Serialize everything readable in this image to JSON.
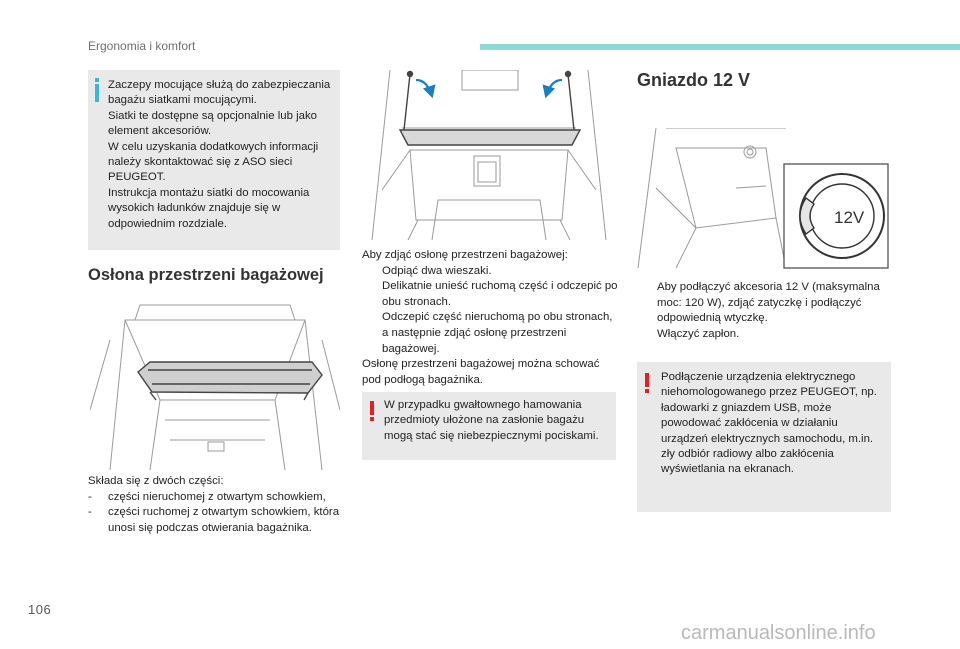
{
  "header": {
    "section": "Ergonomia i komfort"
  },
  "page_number": "106",
  "watermark": "carmanualsonline.info",
  "info_note": {
    "text": "Zaczepy mocujące służą do zabezpieczania bagażu siatkami mocującymi.\nSiatki te dostępne są opcjonalnie lub jako element akcesoriów.\nW celu uzyskania dodatkowych informacji należy skontaktować się z ASO sieci PEUGEOT.\nInstrukcja montażu siatki do mocowania wysokich ładunków znajduje się w odpowiednim rozdziale."
  },
  "cover_section": {
    "title": "Osłona przestrzeni bagażowej",
    "intro": "Składa się z dwóch części:",
    "parts": [
      "części nieruchomej z otwartym schowkiem,",
      "części ruchomej z otwartym schowkiem, która unosi się podczas otwierania bagażnika."
    ]
  },
  "removal": {
    "intro": "Aby zdjąć osłonę przestrzeni bagażowej:",
    "steps": [
      "Odpiąć dwa wieszaki.",
      "Delikatnie unieść ruchomą część i odczepić po obu stronach.",
      "Odczepić część nieruchomą po obu stronach, a następnie zdjąć osłonę przestrzeni bagażowej."
    ],
    "outro": "Osłonę przestrzeni bagażowej można schować pod podłogą bagażnika.",
    "warning": "W przypadku gwałtownego hamowania przedmioty ułożone na zasłonie bagażu mogą stać się niebezpiecznymi pociskami."
  },
  "socket_section": {
    "title": "Gniazdo 12 V",
    "socket_label": "12V",
    "steps": [
      "Aby podłączyć akcesoria 12 V (maksymalna moc: 120 W), zdjąć zatyczkę i podłączyć odpowiednią wtyczkę.",
      "Włączyć zapłon."
    ],
    "warning": "Podłączenie urządzenia elektrycznego niehomologowanego przez PEUGEOT, np. ładowarki z gniazdem USB, może powodować zakłócenia w działaniu urządzeń elektrycznych samochodu, m.in. zły odbiór radiowy albo zakłócenia wyświetlania na ekranach."
  },
  "glyphs": {
    "bullet": "",
    "dash": "-"
  },
  "colors": {
    "accent": "#8fd8d8",
    "info": "#3bb5de",
    "warning": "#e62020",
    "note_bg": "#e9e9e9"
  }
}
